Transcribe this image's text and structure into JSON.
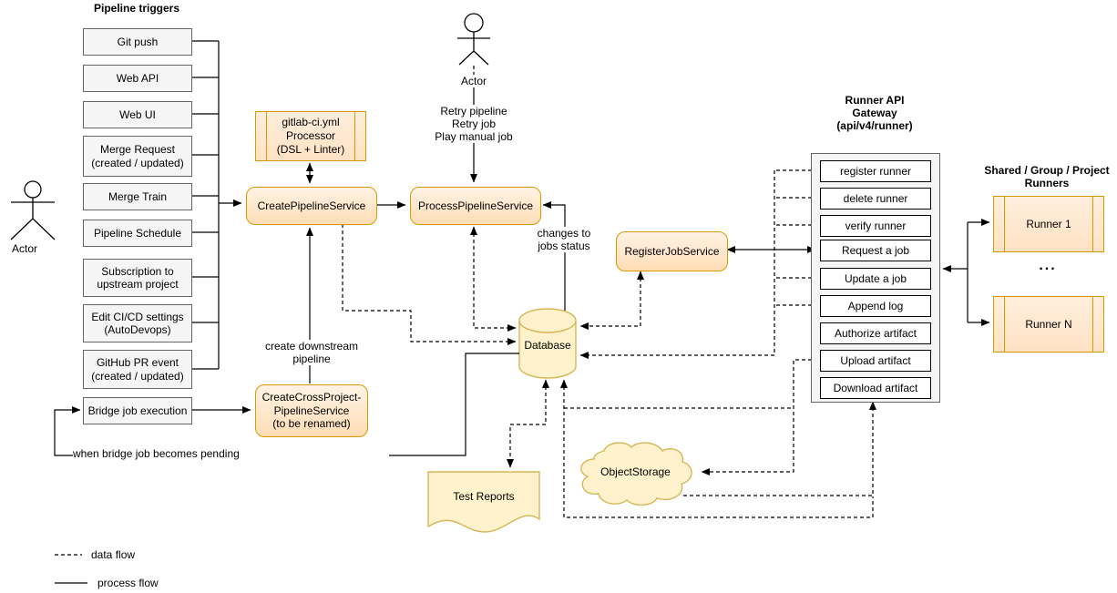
{
  "palette": {
    "node_orange_fill": "#ffe6cc",
    "node_orange_border": "#d79b00",
    "storage_yellow_fill": "#fff2cc",
    "storage_yellow_border": "#d6b656",
    "trigger_gray_fill": "#f5f5f5",
    "trigger_gray_border": "#666666",
    "line_color": "#000000"
  },
  "actors": {
    "left_label": "Actor",
    "top_label": "Actor"
  },
  "triggers": {
    "title": "Pipeline triggers",
    "items": [
      "Git push",
      "Web API",
      "Web UI",
      "Merge Request\n(created / updated)",
      "Merge Train",
      "Pipeline Schedule",
      "Subscription to\nupstream project",
      "Edit CI/CD settings\n(AutoDevops)",
      "GitHub PR event\n(created / updated)"
    ],
    "bridge": "Bridge job execution"
  },
  "services": {
    "processor": "gitlab-ci.yml\nProcessor\n(DSL + Linter)",
    "create_pipeline": "CreatePipelineService",
    "process_pipeline": "ProcessPipelineService",
    "register_job": "RegisterJobService",
    "cross_project": "CreateCrossProject-\nPipelineService\n(to be renamed)"
  },
  "labels": {
    "retry": "Retry pipeline\nRetry job\nPlay manual job",
    "changes": "changes to\njobs status",
    "create_downstream": "create downstream\npipeline",
    "when_bridge": "when bridge job becomes pending"
  },
  "storage": {
    "database": "Database",
    "test_reports": "Test Reports",
    "object_storage": "ObjectStorage"
  },
  "gateway": {
    "title": "Runner API\nGateway\n(api/v4/runner)",
    "items": [
      "register runner",
      "delete runner",
      "verify runner",
      "Request a job",
      "Update a job",
      "Append log",
      "Authorize artifact",
      "Upload artifact",
      "Download artifact"
    ]
  },
  "runners": {
    "title": "Shared / Group / Project\nRunners",
    "runner1": "Runner 1",
    "dots": "...",
    "runnerN": "Runner N"
  },
  "legend": {
    "data_flow": "data flow",
    "process_flow": "process flow"
  }
}
